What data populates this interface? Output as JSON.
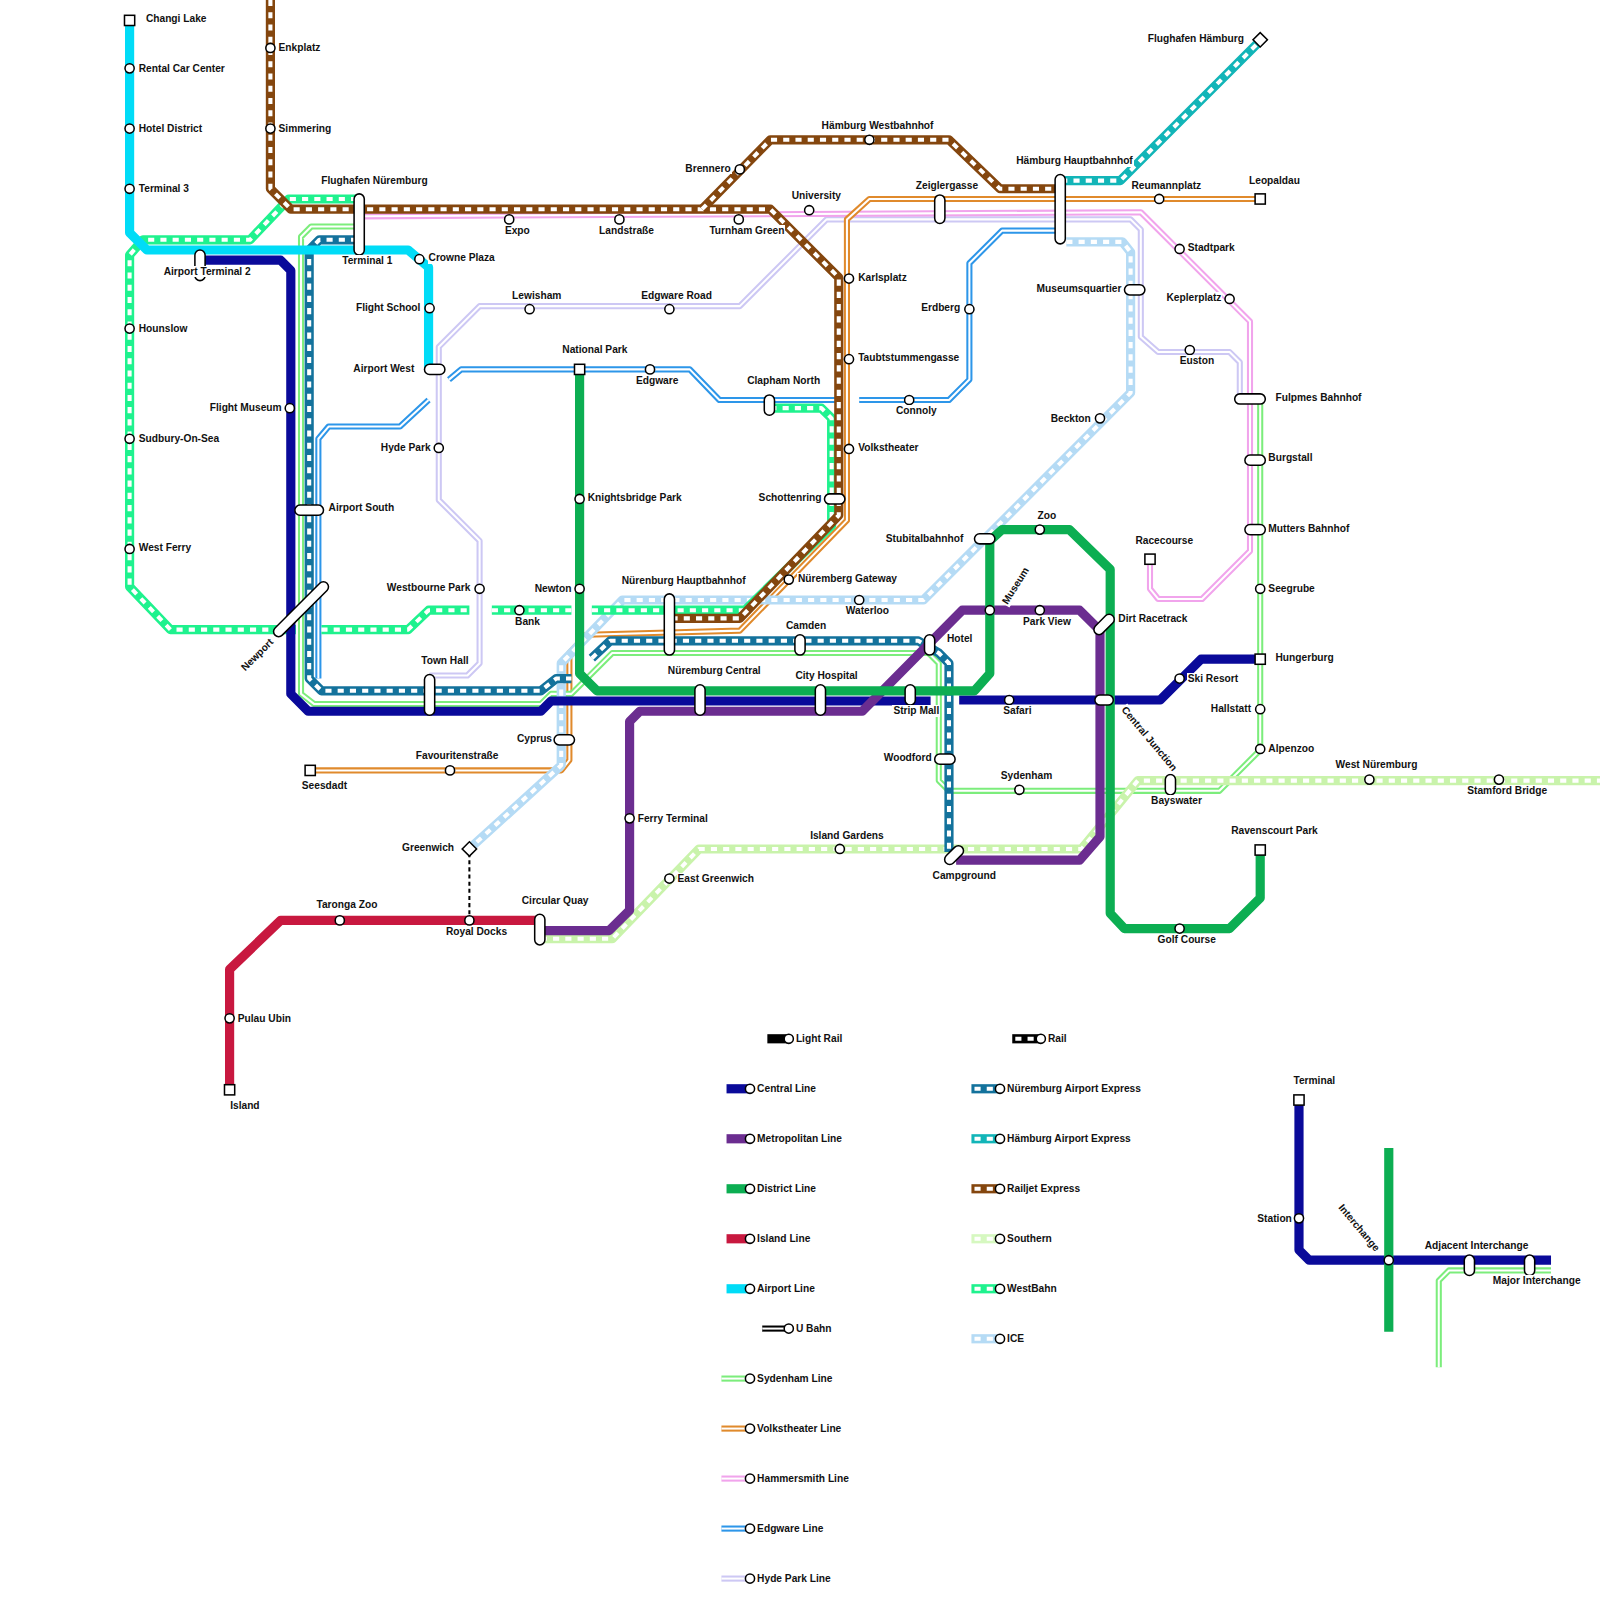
{
  "diagram": {
    "labels": [
      "Changi Lake",
      "Rental Car Center",
      "Hotel District",
      "Terminal 3",
      "Enkplatz",
      "Simmering",
      "Flughafen Nüremburg",
      "Airport Terminal 2",
      "Terminal 1",
      "Crowne Plaza",
      "Flight School",
      "Airport West",
      "Hounslow",
      "Flight Museum",
      "Sudbury-On-Sea",
      "Hyde Park",
      "Airport South",
      "West Ferry",
      "Westbourne Park",
      "Newport",
      "Expo",
      "Landstraße",
      "Turnham Green",
      "Brennero",
      "Hämburg Westbahnhof",
      "University",
      "Zeiglergasse",
      "Hämburg Hauptbahnhof",
      "Flughafen Hämburg",
      "Reumannplatz",
      "Leopaldau",
      "Lewisham",
      "Edgware Road",
      "Karlsplatz",
      "Stadtpark",
      "Erdberg",
      "Museumsquartier",
      "Keplerplatz",
      "National Park",
      "Edgware",
      "Taubtstummengasse",
      "Euston",
      "Clapham North",
      "Connoly",
      "Fulpmes Bahnhof",
      "Beckton",
      "Volkstheater",
      "Burgstall",
      "Knightsbridge Park",
      "Schottenring",
      "Mutters Bahnhof",
      "Stubitalbahnhof",
      "Zoo",
      "Racecourse",
      "Nürenburg Hauptbahnhof",
      "Nüremberg Gateway",
      "Museum",
      "Newton",
      "Bank",
      "Waterloo",
      "Seegrube",
      "Dirt Racetrack",
      "Park View",
      "Camden",
      "Hotel",
      "Town Hall",
      "Hungerburg",
      "Nüremburg Central",
      "City Hospital",
      "Ski Resort",
      "Strip Mall",
      "Safari",
      "Central Junction",
      "Hallstatt",
      "Cyprus",
      "Favouritenstraße",
      "Woodford",
      "Alpenzoo",
      "Seesdadt",
      "Sydenham",
      "West Nüremburg",
      "Bayswater",
      "Stamford Bridge",
      "Ferry Terminal",
      "Ravenscourt Park",
      "Island Gardens",
      "Greenwich",
      "East Greenwich",
      "Campground",
      "Taronga Zoo",
      "Circular Quay",
      "Royal Docks",
      "Golf Course",
      "Pulau Ubin",
      "Island",
      "Terminal",
      "Station",
      "Interchange",
      "Adjacent Interchange",
      "Major Interchange"
    ],
    "legend": [
      {
        "text": "Light Rail",
        "color": "#000000"
      },
      {
        "text": "Central Line",
        "color": "#0a0a9a"
      },
      {
        "text": "Metropolitan Line",
        "color": "#6b2d90"
      },
      {
        "text": "District Line",
        "color": "#0cae52"
      },
      {
        "text": "Island Line",
        "color": "#c8183f"
      },
      {
        "text": "Airport Line",
        "color": "#00dcf7"
      },
      {
        "text": "U Bahn"
      },
      {
        "text": "Sydenham Line",
        "color": "#7ced7c"
      },
      {
        "text": "Volkstheater Line",
        "color": "#e08a2c"
      },
      {
        "text": "Hammersmith Line",
        "color": "#f1a4ec"
      },
      {
        "text": "Edgware Line",
        "color": "#2d96e9"
      },
      {
        "text": "Hyde Park Line",
        "color": "#cdc8f4"
      },
      {
        "text": "Rail"
      },
      {
        "text": "Nüremburg Airport Express",
        "color": "#13729c"
      },
      {
        "text": "Hämburg Airport Express",
        "color": "#12b5b8"
      },
      {
        "text": "Railjet Express",
        "color": "#84460e"
      },
      {
        "text": "Southern",
        "color": "#d6f8c0"
      },
      {
        "text": "WestBahn",
        "color": "#1ff28e"
      },
      {
        "text": "ICE",
        "color": "#b5dbf5"
      }
    ]
  }
}
